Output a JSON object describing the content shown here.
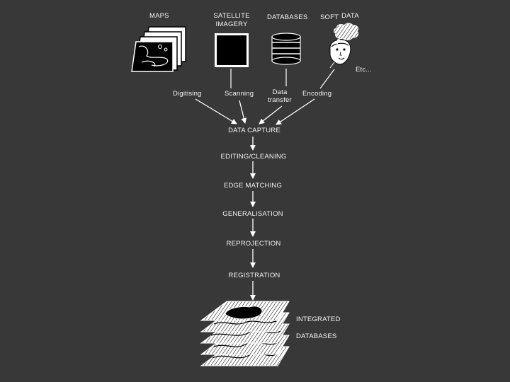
{
  "sources": {
    "maps": "MAPS",
    "satellite_line1": "SATELLITE",
    "satellite_line2": "IMAGERY",
    "databases": "DATABASES",
    "soft": "SOFT",
    "data": "DATA",
    "etc": "Etc..."
  },
  "methods": {
    "digitising": "Digitising",
    "scanning": "Scanning",
    "transfer_line1": "Data",
    "transfer_line2": "transfer",
    "encoding": "Encoding"
  },
  "steps": [
    "DATA CAPTURE",
    "EDITING/CLEANING",
    "EDGE MATCHING",
    "GENERALISATION",
    "REPROJECTION",
    "REGISTRATION"
  ],
  "output": {
    "line1": "INTEGRATED",
    "line2": "DATABASES"
  }
}
